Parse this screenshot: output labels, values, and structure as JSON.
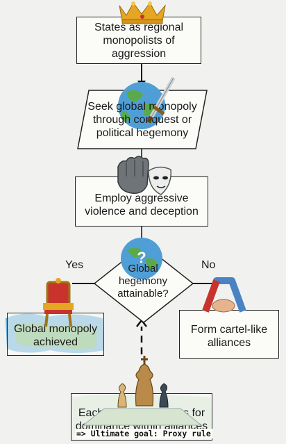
{
  "nodes": {
    "states": "States as regional monopolists of aggression",
    "seek": "Seek global monopoly through conquest or political hegemony",
    "employ": "Employ aggressive violence and deception",
    "decision": "Global hegemony attainable?",
    "achieved": "Global monopoly achieved",
    "cartel": "Form cartel-like alliances",
    "maneuver": "Each state maneuvers for dominance within alliances"
  },
  "edges": {
    "yes": "Yes",
    "no": "No"
  },
  "footer": "=> Ultimate goal: Proxy rule",
  "decision_badge": "?",
  "icons": [
    "crown-icon",
    "globe-icon",
    "sword-icon",
    "fist-icon",
    "mask-icon",
    "throne-icon",
    "handshake-icon",
    "chess-icon"
  ],
  "colors": {
    "map_green": "#6cae5a",
    "map_blue": "#5aa7d4",
    "gold": "#e5a623",
    "throne_red": "#c8342c"
  }
}
